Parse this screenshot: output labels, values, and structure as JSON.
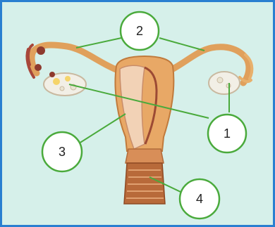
{
  "diagram": {
    "labels": {
      "l1": "1",
      "l2": "2",
      "l3": "3",
      "l4": "4"
    },
    "colors": {
      "background": "#d6f0ea",
      "border": "#2a7fd0",
      "callout_stroke": "#4aaa3c",
      "uterus": "#e8a866",
      "tube": "#e0a05c",
      "ovary": "#f2efe6",
      "vagina": "#b86a3a"
    }
  }
}
